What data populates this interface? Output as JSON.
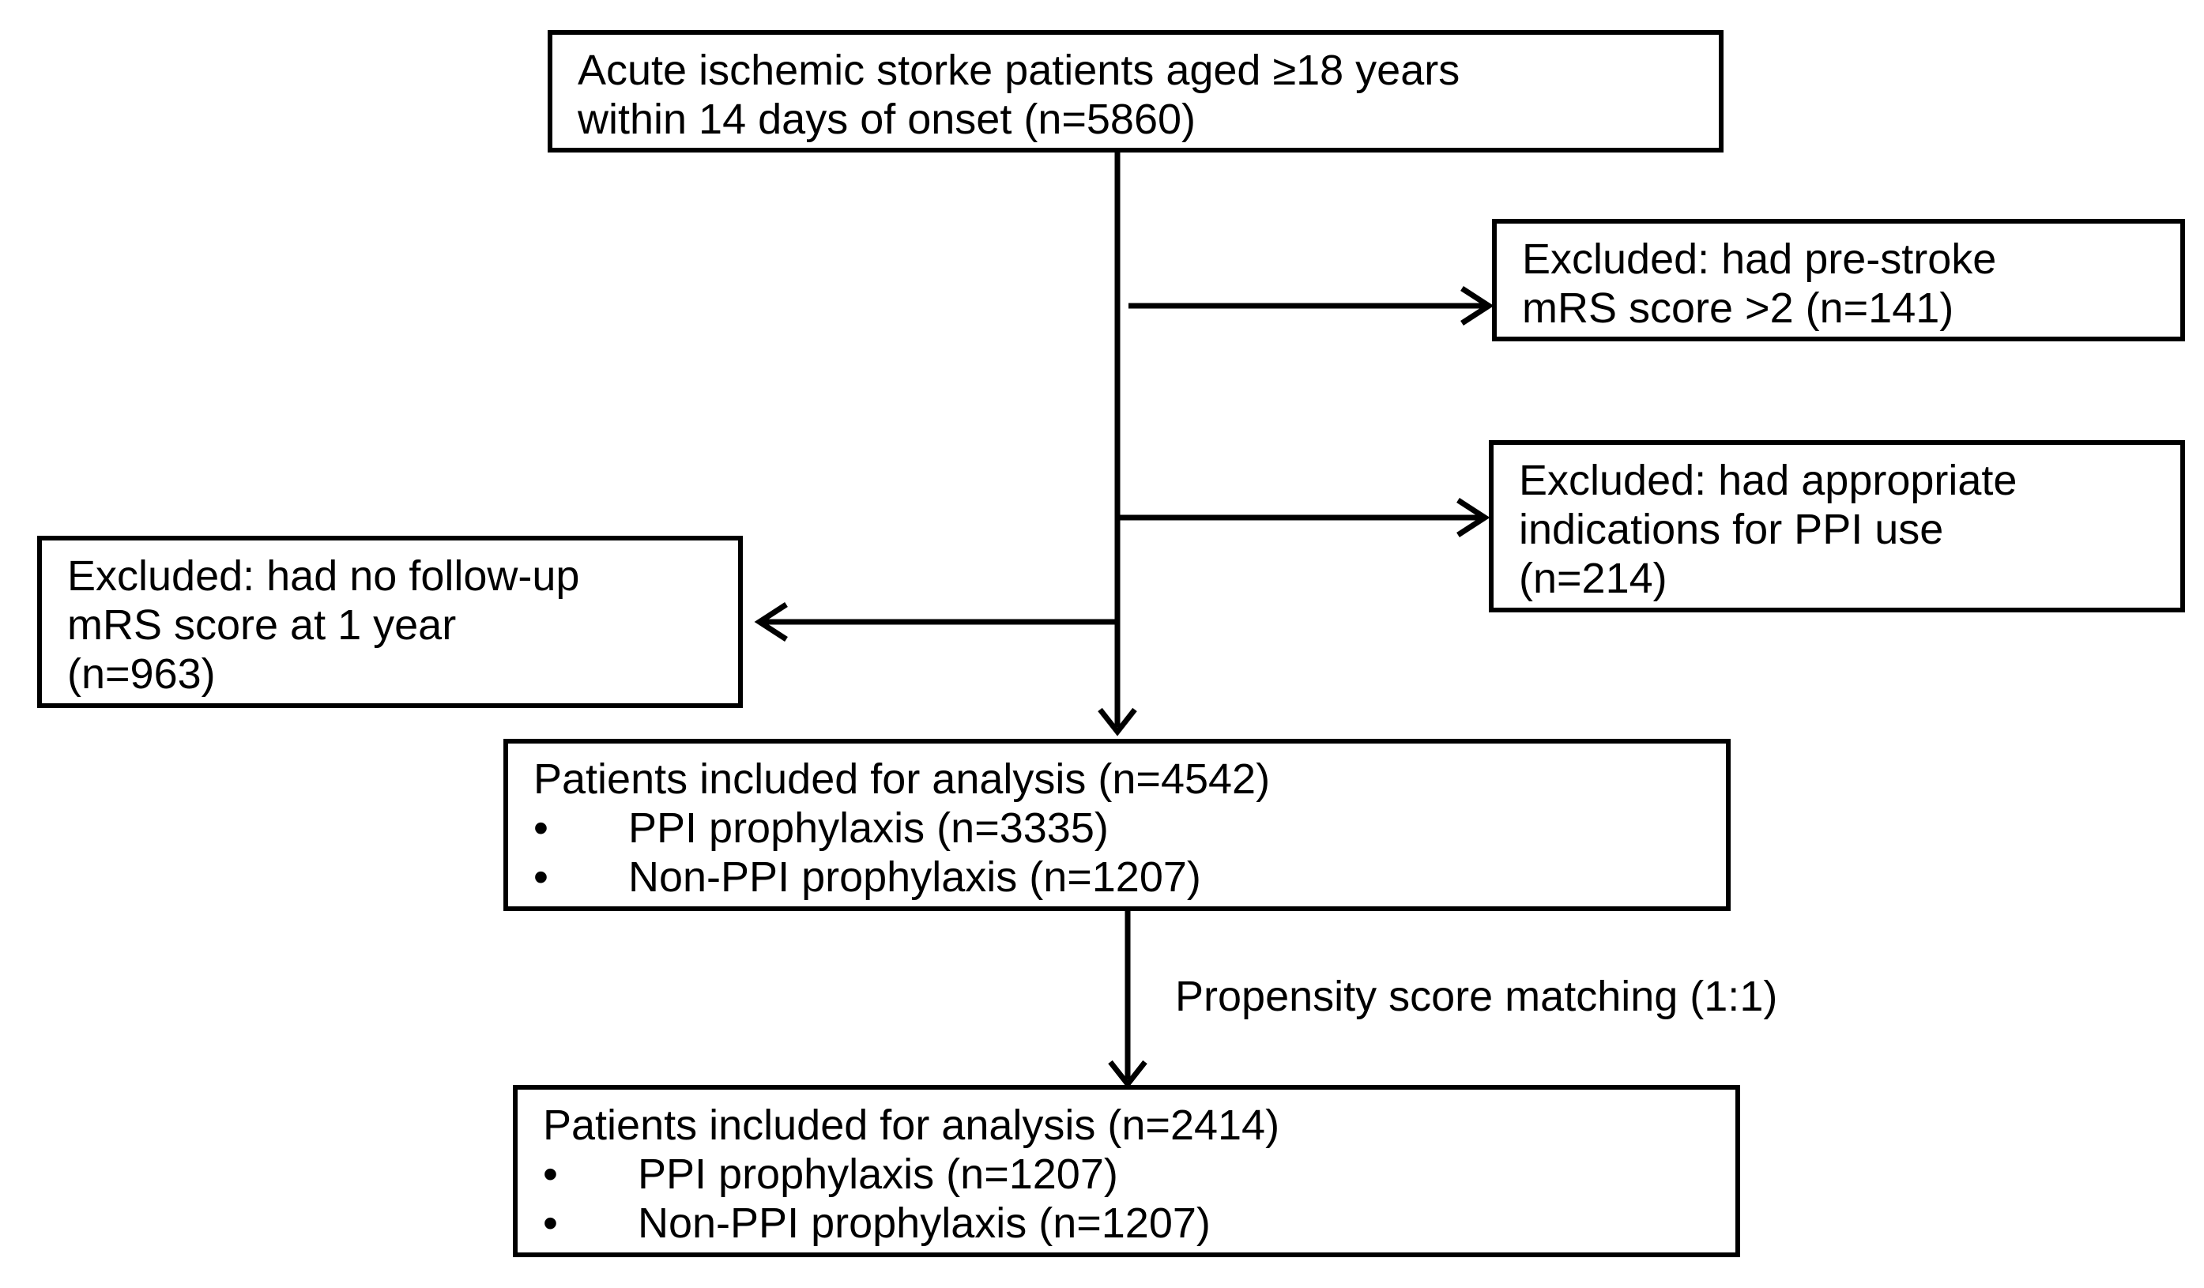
{
  "boxes": {
    "start": {
      "lines": [
        "Acute ischemic storke patients aged ≥18 years",
        "within 14 days of onset (n=5860)"
      ]
    },
    "excl_mrs": {
      "lines": [
        "Excluded: had pre-stroke",
        "mRS score >2 (n=141)"
      ]
    },
    "excl_ppi": {
      "lines": [
        "Excluded: had appropriate",
        "indications for PPI use",
        "(n=214)"
      ]
    },
    "excl_followup": {
      "lines": [
        "Excluded: had no follow-up",
        "mRS score at 1 year",
        "(n=963)"
      ]
    },
    "included": {
      "heading": "Patients included for analysis (n=4542)",
      "bullets": [
        "PPI prophylaxis (n=3335)",
        "Non-PPI prophylaxis (n=1207)"
      ]
    },
    "matched": {
      "heading": "Patients included for analysis (n=2414)",
      "bullets": [
        "PPI prophylaxis (n=1207)",
        "Non-PPI prophylaxis (n=1207)"
      ]
    }
  },
  "labels": {
    "matching": "Propensity score matching (1:1)"
  },
  "bullet_glyph": "•"
}
